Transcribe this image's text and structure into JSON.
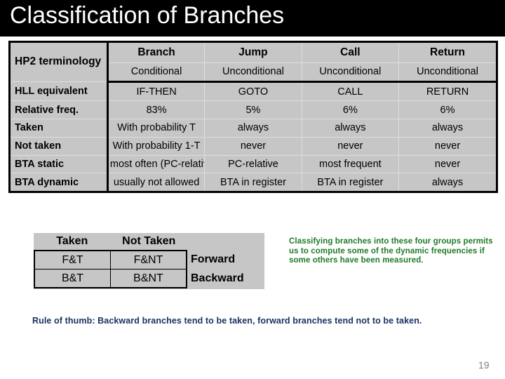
{
  "slide": {
    "title": "Classification of Branches",
    "page_number": "19"
  },
  "main_table": {
    "corner_label": "HP2 terminology",
    "columns": [
      {
        "name": "Branch",
        "condition": "Conditional"
      },
      {
        "name": "Jump",
        "condition": "Unconditional"
      },
      {
        "name": "Call",
        "condition": "Unconditional"
      },
      {
        "name": "Return",
        "condition": "Unconditional"
      }
    ],
    "rows": [
      {
        "label": "HLL equivalent",
        "cells": [
          "IF-THEN",
          "GOTO",
          "CALL",
          "RETURN"
        ]
      },
      {
        "label": "Relative freq.",
        "cells": [
          "83%",
          "5%",
          "6%",
          "6%"
        ]
      },
      {
        "label": "Taken",
        "cells": [
          "With probability T",
          "always",
          "always",
          "always"
        ]
      },
      {
        "label": "Not taken",
        "cells": [
          "With probability 1-T",
          "never",
          "never",
          "never"
        ]
      },
      {
        "label": "BTA static",
        "cells": [
          "most often (PC-relative)",
          "PC-relative",
          "most frequent",
          "never"
        ]
      },
      {
        "label": "BTA dynamic",
        "cells": [
          "usually not allowed",
          "BTA in register",
          "BTA in register",
          "always"
        ]
      }
    ]
  },
  "quadrant_table": {
    "headers": [
      "Taken",
      "Not Taken"
    ],
    "rows": [
      {
        "direction": "Forward",
        "cells": [
          "F&T",
          "F&NT"
        ]
      },
      {
        "direction": "Backward",
        "cells": [
          "B&T",
          "B&NT"
        ]
      }
    ]
  },
  "annotation": {
    "text": "Classifying branches into these four groups permits us to compute some of the dynamic frequencies if some others have been measured."
  },
  "rule_of_thumb": {
    "text": "Rule of thumb: Backward branches tend to be taken, forward branches tend not to be taken."
  },
  "colors": {
    "banner_background": "#000000",
    "banner_text": "#ffffff",
    "table_background": "#c6c6c6",
    "table_border": "#000000",
    "annotation_green": "#1e7a28",
    "rule_blue": "#1a3263",
    "page_number_gray": "#7f7f7f"
  }
}
